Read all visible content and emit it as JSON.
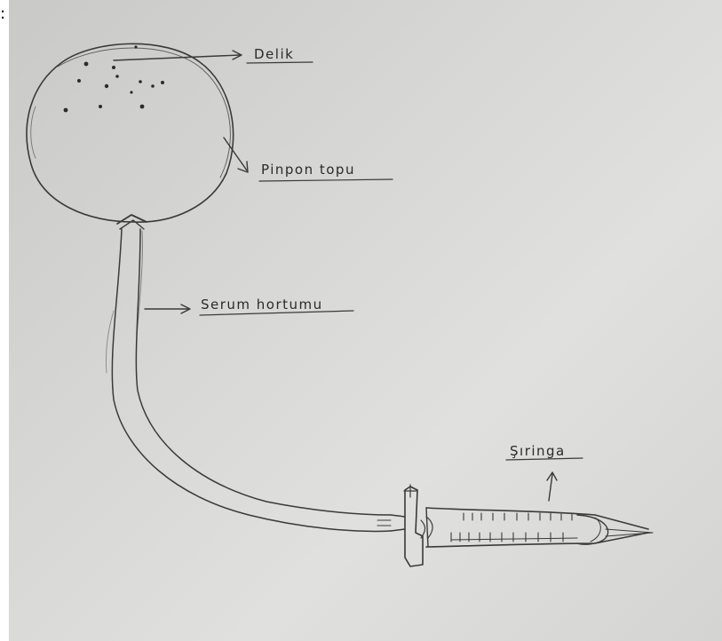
{
  "prefix_text": ":",
  "labels": {
    "hole": "Delik",
    "ball": "Pinpon topu",
    "hose": "Serum hortumu",
    "syringe": "Şıringa"
  }
}
